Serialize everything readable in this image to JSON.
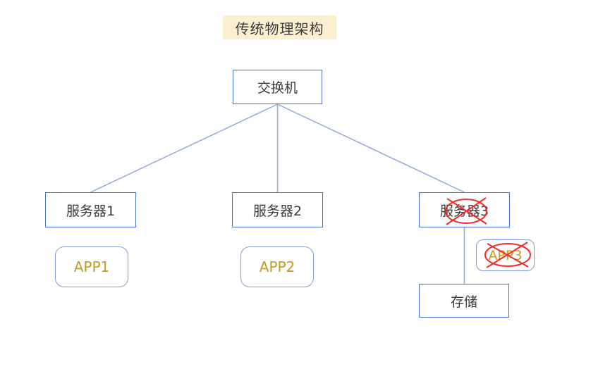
{
  "title": {
    "text": "传统物理架构",
    "highlight_color": "#FBEFD0"
  },
  "nodes": {
    "switch": {
      "label": "交换机"
    },
    "server1": {
      "label": "服务器1"
    },
    "server2": {
      "label": "服务器2"
    },
    "server3": {
      "label": "服务器3"
    },
    "app1": {
      "label": "APP1"
    },
    "app2": {
      "label": "APP2"
    },
    "app3": {
      "label": "APP3"
    },
    "storage": {
      "label": "存储"
    }
  },
  "edges": [
    {
      "from": "交换机",
      "to": "服务器1"
    },
    {
      "from": "交换机",
      "to": "服务器2"
    },
    {
      "from": "交换机",
      "to": "服务器3"
    },
    {
      "from": "服务器3",
      "to": "存储"
    }
  ],
  "annotations": [
    {
      "type": "cross-out",
      "target": "服务器3"
    },
    {
      "type": "cross-out",
      "target": "APP3"
    }
  ],
  "colors": {
    "box_border": "#4472C4",
    "app_border": "#7F9FD6",
    "connector_line": "#8FAADC",
    "app_text": "#C49B1A",
    "node_text": "#3A3A3A",
    "crossout": "#F52A2A",
    "title_bg": "#FBEFD0"
  }
}
